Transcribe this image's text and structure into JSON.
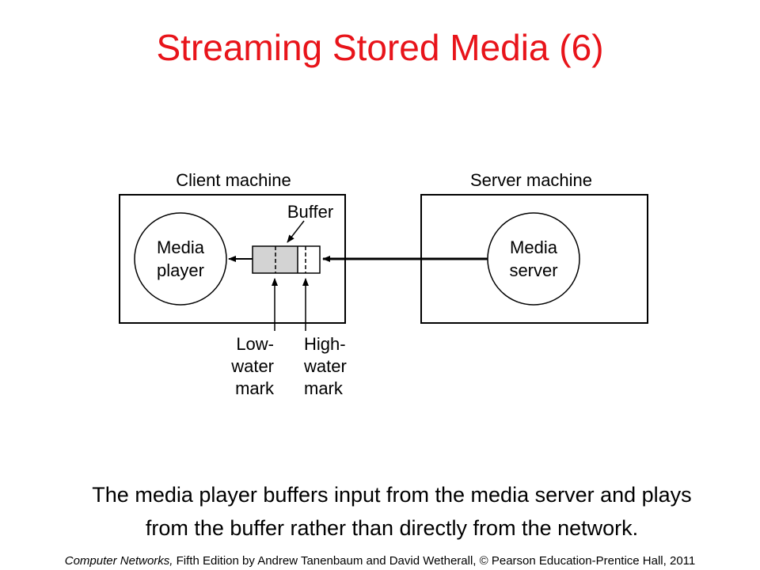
{
  "title": "Streaming Stored Media (6)",
  "colors": {
    "title": "#e8141a",
    "stroke": "#000000",
    "buffer_fill": "#d3d3d3"
  },
  "diagram": {
    "client_label": "Client machine",
    "server_label": "Server machine",
    "player_lines": [
      "Media",
      "player"
    ],
    "server_lines": [
      "Media",
      "server"
    ],
    "buffer_label": "Buffer",
    "low_water_lines": [
      "Low-",
      "water",
      "mark"
    ],
    "high_water_lines": [
      "High-",
      "water",
      "mark"
    ]
  },
  "caption": {
    "line1": "The media player buffers input from the media server and plays",
    "line2": "from the buffer rather than directly from the network."
  },
  "footer": {
    "book": "Computer Networks,",
    "rest": " Fifth Edition by Andrew Tanenbaum and David Wetherall, © Pearson Education-Prentice Hall, 2011"
  }
}
